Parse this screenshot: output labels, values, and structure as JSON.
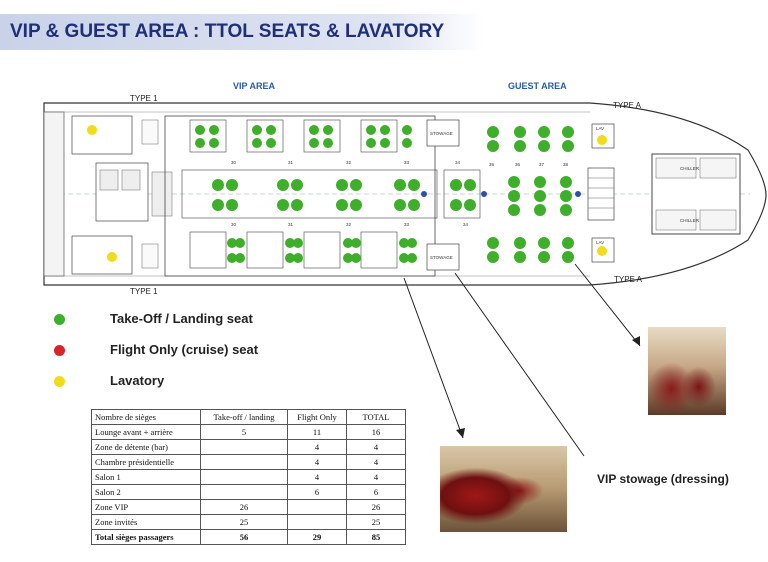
{
  "title": "VIP & GUEST AREA : TTOL SEATS & LAVATORY",
  "plan": {
    "vip_area_label": "VIP AREA",
    "guest_area_label": "GUEST AREA",
    "door_label_type1": "TYPE 1",
    "door_label_typeA": "TYPE A",
    "stowage_label": "STOWAGE",
    "lav_label": "LAV",
    "chiller_label": "CHILLER",
    "row_numbers": [
      "30",
      "31",
      "32",
      "33",
      "34"
    ],
    "guest_row_numbers": [
      "35",
      "36",
      "37",
      "38"
    ]
  },
  "legend": [
    {
      "label": "Take-Off / Landing seat",
      "color": "#3fae2a"
    },
    {
      "label": "Flight Only (cruise) seat",
      "color": "#d6262b"
    },
    {
      "label": "Lavatory",
      "color": "#f0dc1a"
    }
  ],
  "table": {
    "headers": [
      "Nombre de sièges",
      "Take-off / landing",
      "Flight Only",
      "TOTAL"
    ],
    "rows": [
      [
        "Lounge avant + arrière",
        "5",
        "11",
        "16"
      ],
      [
        "Zone de détente (bar)",
        "",
        "4",
        "4"
      ],
      [
        "Chambre présidentielle",
        "",
        "4",
        "4"
      ],
      [
        "Salon 1",
        "",
        "4",
        "4"
      ],
      [
        "Salon 2",
        "",
        "6",
        "6"
      ],
      [
        "Zone VIP",
        "26",
        "",
        "26"
      ],
      [
        "Zone invités",
        "25",
        "",
        "25"
      ],
      [
        "Total sièges passagers",
        "56",
        "29",
        "85"
      ]
    ]
  },
  "vip_stowage_label": "VIP stowage (dressing)"
}
